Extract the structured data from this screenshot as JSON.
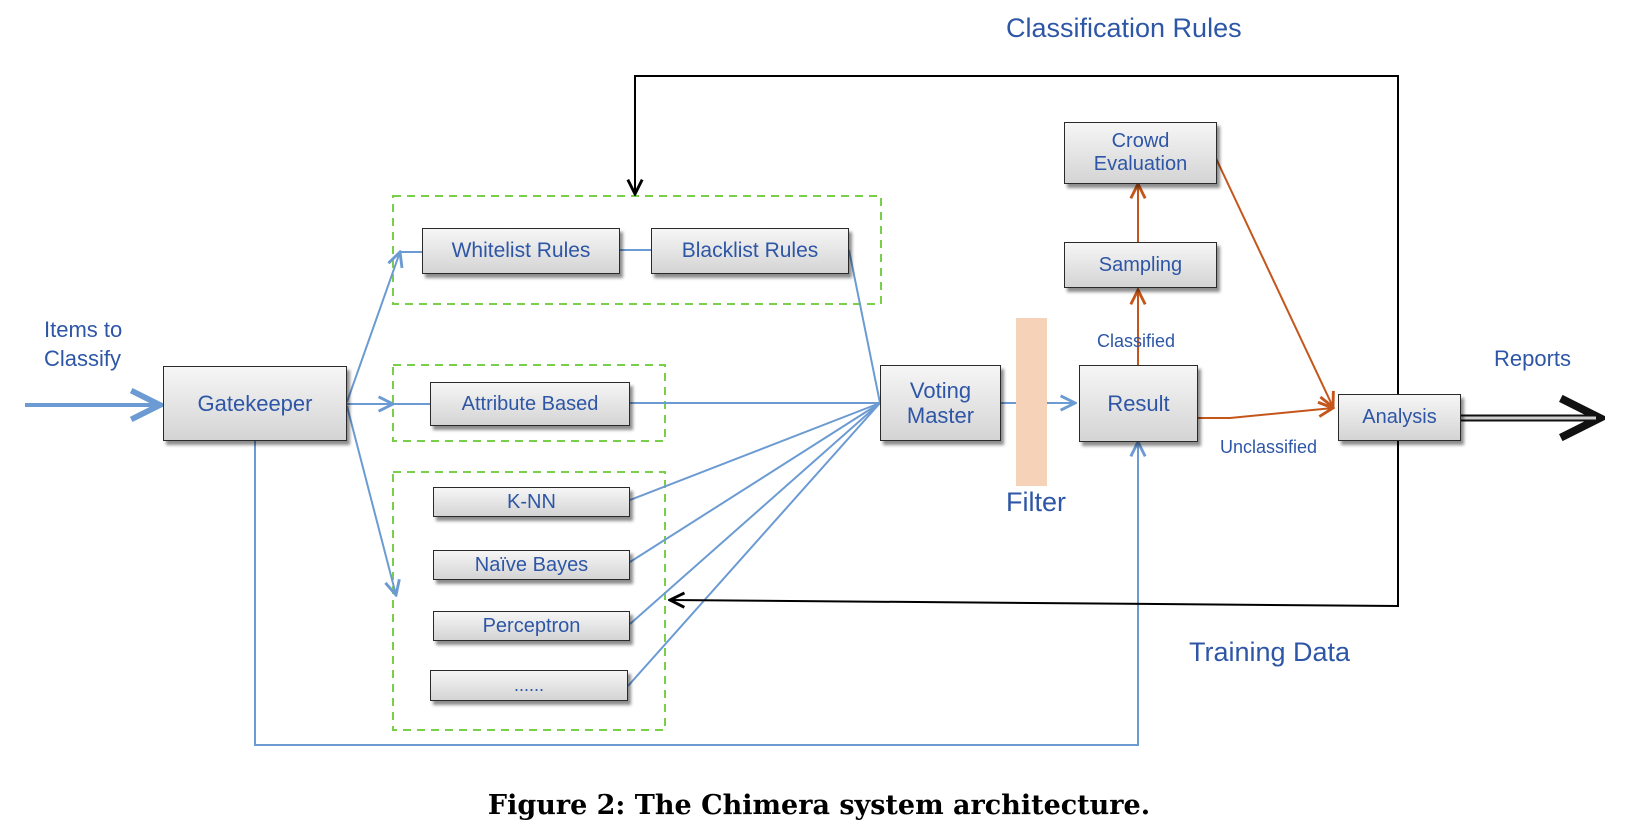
{
  "nodes": {
    "gatekeeper": "Gatekeeper",
    "whitelist": "Whitelist Rules",
    "blacklist": "Blacklist Rules",
    "attribute": "Attribute Based",
    "knn": "K-NN",
    "naive_bayes": "Naïve Bayes",
    "perceptron": "Perceptron",
    "more": "......",
    "voting_master": "Voting Master",
    "result": "Result",
    "sampling": "Sampling",
    "crowd_evaluation": "Crowd Evaluation",
    "analysis": "Analysis"
  },
  "labels": {
    "items_to_classify": "Items to Classify",
    "classification_rules": "Classification Rules",
    "filter": "Filter",
    "classified": "Classified",
    "unclassified": "Unclassified",
    "reports": "Reports",
    "training_data": "Training Data"
  },
  "caption": "Figure 2: The Chimera system architecture.",
  "colors": {
    "blue_flow": "#6b9bd2",
    "orange_flow": "#c5561b",
    "feedback": "#000000",
    "group_border": "#7acf4a",
    "text": "#2e56a6",
    "filter_bar": "#f6d3b8"
  }
}
